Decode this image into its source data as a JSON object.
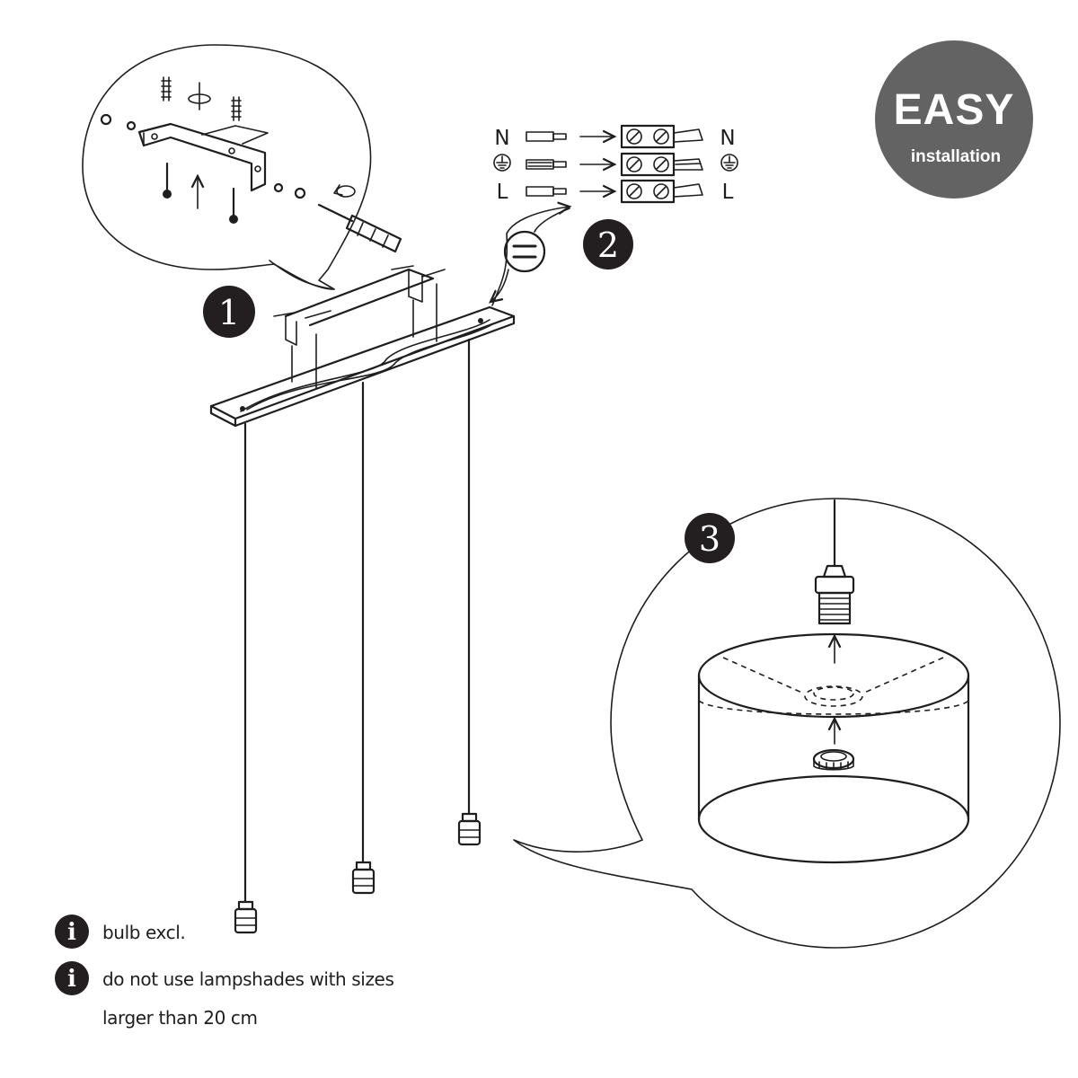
{
  "badge": {
    "title": "EASY",
    "subtitle": "installation",
    "color": "#636363"
  },
  "steps": [
    {
      "number": "1"
    },
    {
      "number": "2"
    },
    {
      "number": "3"
    }
  ],
  "wiring": {
    "rows": [
      {
        "left": "N",
        "right": "N"
      },
      {
        "left": "ground-symbol",
        "right": "ground-symbol"
      },
      {
        "left": "L",
        "right": "L"
      }
    ]
  },
  "notes": [
    {
      "icon": "info-icon",
      "lines": [
        "bulb excl."
      ]
    },
    {
      "icon": "info-icon",
      "lines": [
        "do not use lampshades with sizes",
        "larger than 20 cm"
      ]
    }
  ],
  "colors": {
    "line": "#1e1e1e",
    "step_fill": "#231f20",
    "badge_fill": "#636363"
  }
}
